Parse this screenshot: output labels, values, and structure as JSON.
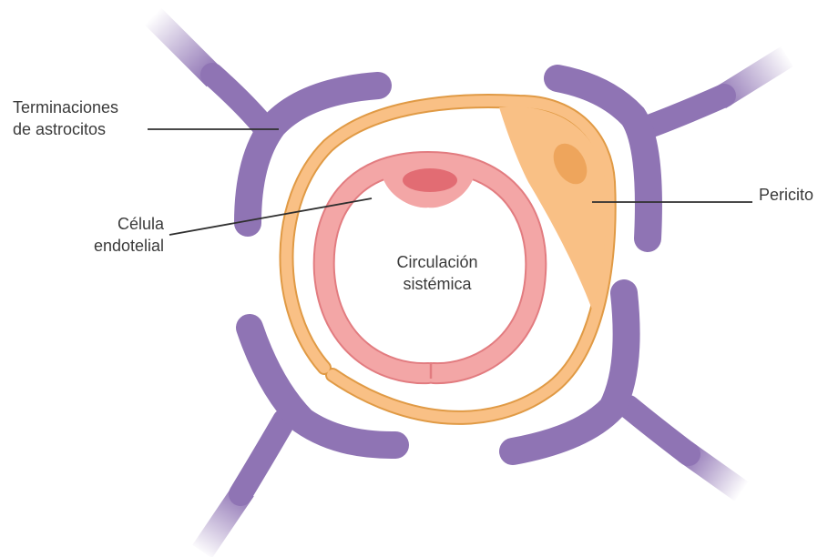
{
  "labels": {
    "astrocytes_line1": "Terminaciones",
    "astrocytes_line2": "de astrocitos",
    "endothelial_line1": "Célula",
    "endothelial_line2": "endotelial",
    "pericyte": "Pericito",
    "circulation_line1": "Circulación",
    "circulation_line2": "sistémica"
  },
  "colors": {
    "astrocyte": "#8f74b4",
    "pericyte_fill": "#f9c085",
    "pericyte_outline": "#e09a45",
    "pericyte_nucleus": "#eea55c",
    "endothelial_fill": "#f3a6a6",
    "endothelial_outline": "#e27c80",
    "endothelial_nucleus": "#e26c73",
    "leader_line": "#2f2f2f"
  }
}
